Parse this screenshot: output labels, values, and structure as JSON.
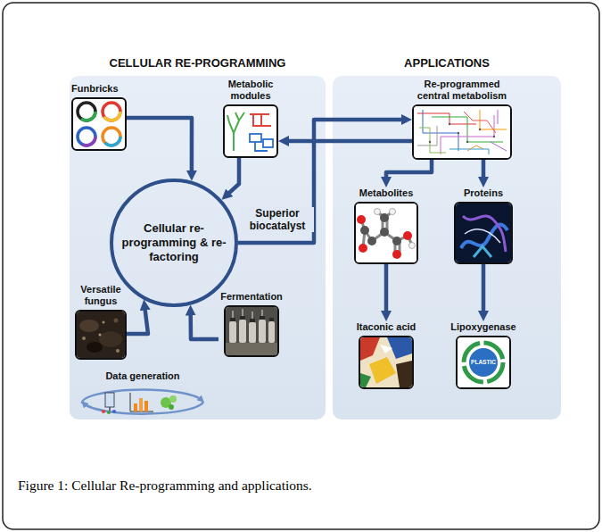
{
  "diagram": {
    "caption": "Figure 1: Cellular Re-programming and applications.",
    "nodes": [
      {
        "text": [
          "CELLULAR RE-PROGRAMMING"
        ]
      },
      {
        "text": [
          "Funbricks"
        ],
        "in": 0
      },
      {
        "text": [
          "Metabolic modules"
        ],
        "in": 0
      },
      {
        "text": [
          "Cellular re-programming & re-factoring"
        ],
        "in": 0
      },
      {
        "text": [
          "Versatile fungus"
        ],
        "in": 0
      },
      {
        "text": [
          "Fermentation"
        ],
        "in": 0
      },
      {
        "text": [
          "APPLICATIONS"
        ]
      },
      {
        "text": [
          "Re-programmed central metabolism"
        ],
        "in": 6
      },
      {
        "text": [
          "Metabolites"
        ],
        "in": 6
      },
      {
        "text": [
          "Proteins"
        ],
        "in": 6
      },
      {
        "text": [
          "Itaconic acid"
        ],
        "in": 6
      },
      {
        "text": [
          "Lipoxygenase"
        ],
        "in": 6
      }
    ],
    "edges": [
      {
        "from": 1,
        "to": 3,
        "arrow": "to"
      },
      {
        "from": 2,
        "to": 3,
        "arrow": "to"
      },
      {
        "from": 7,
        "to": 2,
        "arrow": "to"
      },
      {
        "from": 3,
        "to": 7,
        "label": "Superior biocatalyst",
        "arrow": "to"
      },
      {
        "from": 4,
        "to": 3,
        "arrow": "to"
      },
      {
        "from": 5,
        "to": 3,
        "arrow": "to"
      },
      {
        "from": 7,
        "to": 8,
        "arrow": "to"
      },
      {
        "from": 7,
        "to": 9,
        "arrow": "to"
      },
      {
        "from": 8,
        "to": 10,
        "arrow": "to"
      },
      {
        "from": 9,
        "to": 11,
        "arrow": "to"
      }
    ],
    "labels": [
      "Data generation",
      "PLASTIC"
    ]
  }
}
